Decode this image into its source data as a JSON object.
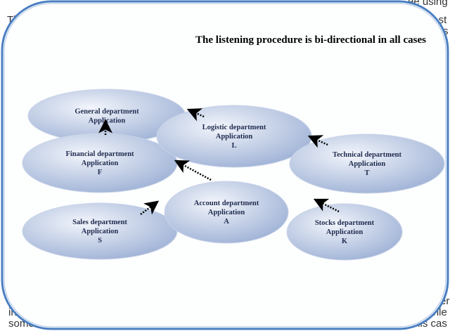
{
  "background_text": {
    "tl": "Th",
    "tr1": "s st",
    "tr2": "s",
    "br1": "s",
    "br2": "er",
    "bl3": "in",
    "br3": "ivile",
    "bl4": "some",
    "br4": "this cas",
    "tr0": "ee using"
  },
  "title": "The listening procedure is bi-directional in all cases",
  "nodes": [
    {
      "id": "general",
      "lines": [
        "General department",
        "Application"
      ]
    },
    {
      "id": "logistic",
      "lines": [
        "Logistic department",
        "Application",
        "L"
      ]
    },
    {
      "id": "financial",
      "lines": [
        "Financial department",
        "Application",
        "F"
      ]
    },
    {
      "id": "technical",
      "lines": [
        "Technical department",
        "Application",
        "T"
      ]
    },
    {
      "id": "account",
      "lines": [
        "Account department",
        "Application",
        "A"
      ]
    },
    {
      "id": "sales",
      "lines": [
        "Sales department",
        "Application",
        "S"
      ]
    },
    {
      "id": "stocks",
      "lines": [
        "Stocks department",
        "Application",
        "K"
      ]
    }
  ],
  "colors": {
    "frame": "#4a7fc1",
    "ellipse_light": "#f2f5fb",
    "ellipse_dark": "#9fb2d6"
  }
}
